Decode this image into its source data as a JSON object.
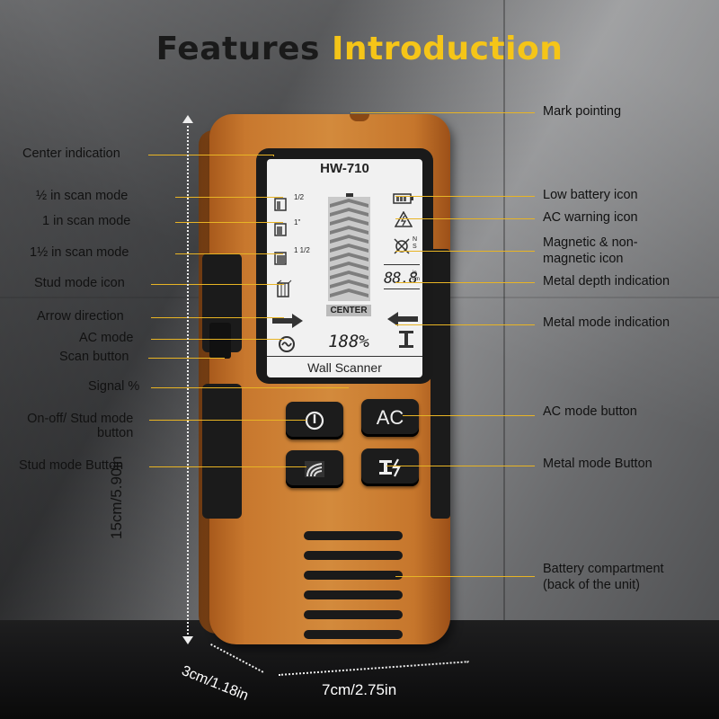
{
  "title": {
    "part1": "Features",
    "part2": "Introduction"
  },
  "device": {
    "model": "HW-710",
    "brand_label": "Wall Scanner",
    "center_label": "CENTER",
    "signal_readout": "188%",
    "depth_readout": "88.8",
    "depth_units_top": "in",
    "depth_units_bottom": "cm",
    "scan_mode_half": "1/2",
    "scan_mode_one": "1\"",
    "scan_mode_one_half": "1 1/2",
    "ac_button_label": "AC",
    "magnet_labels": [
      "N",
      "S"
    ]
  },
  "labels_left": {
    "center_indication": "Center indication",
    "half_in": "½ in scan mode",
    "one_in": "1 in scan mode",
    "one_half_in": "1½ in scan mode",
    "stud_mode_icon": "Stud mode icon",
    "arrow_direction": "Arrow direction",
    "ac_mode": "AC mode",
    "scan_button": "Scan button",
    "signal": "Signal %",
    "onoff_line1": "On-off/ Stud mode",
    "onoff_line2": "button",
    "stud_mode_button": "Stud mode Button"
  },
  "labels_right": {
    "mark_pointing": "Mark pointing",
    "low_battery": "Low battery icon",
    "ac_warning": "AC warning icon",
    "magnetic_line1": "Magnetic & non-",
    "magnetic_line2": "magnetic icon",
    "metal_depth": "Metal depth indication",
    "metal_mode": "Metal mode indication",
    "ac_mode_button": "AC mode button",
    "metal_mode_button": "Metal mode Button",
    "battery_line1": "Battery compartment",
    "battery_line2": "(back of the unit)"
  },
  "dimensions": {
    "height": "15cm/5.90in",
    "depth": "3cm/1.18in",
    "width": "7cm/2.75in"
  },
  "colors": {
    "accent": "#f5c518",
    "body": "#c8782e",
    "line": "#e8b424"
  }
}
